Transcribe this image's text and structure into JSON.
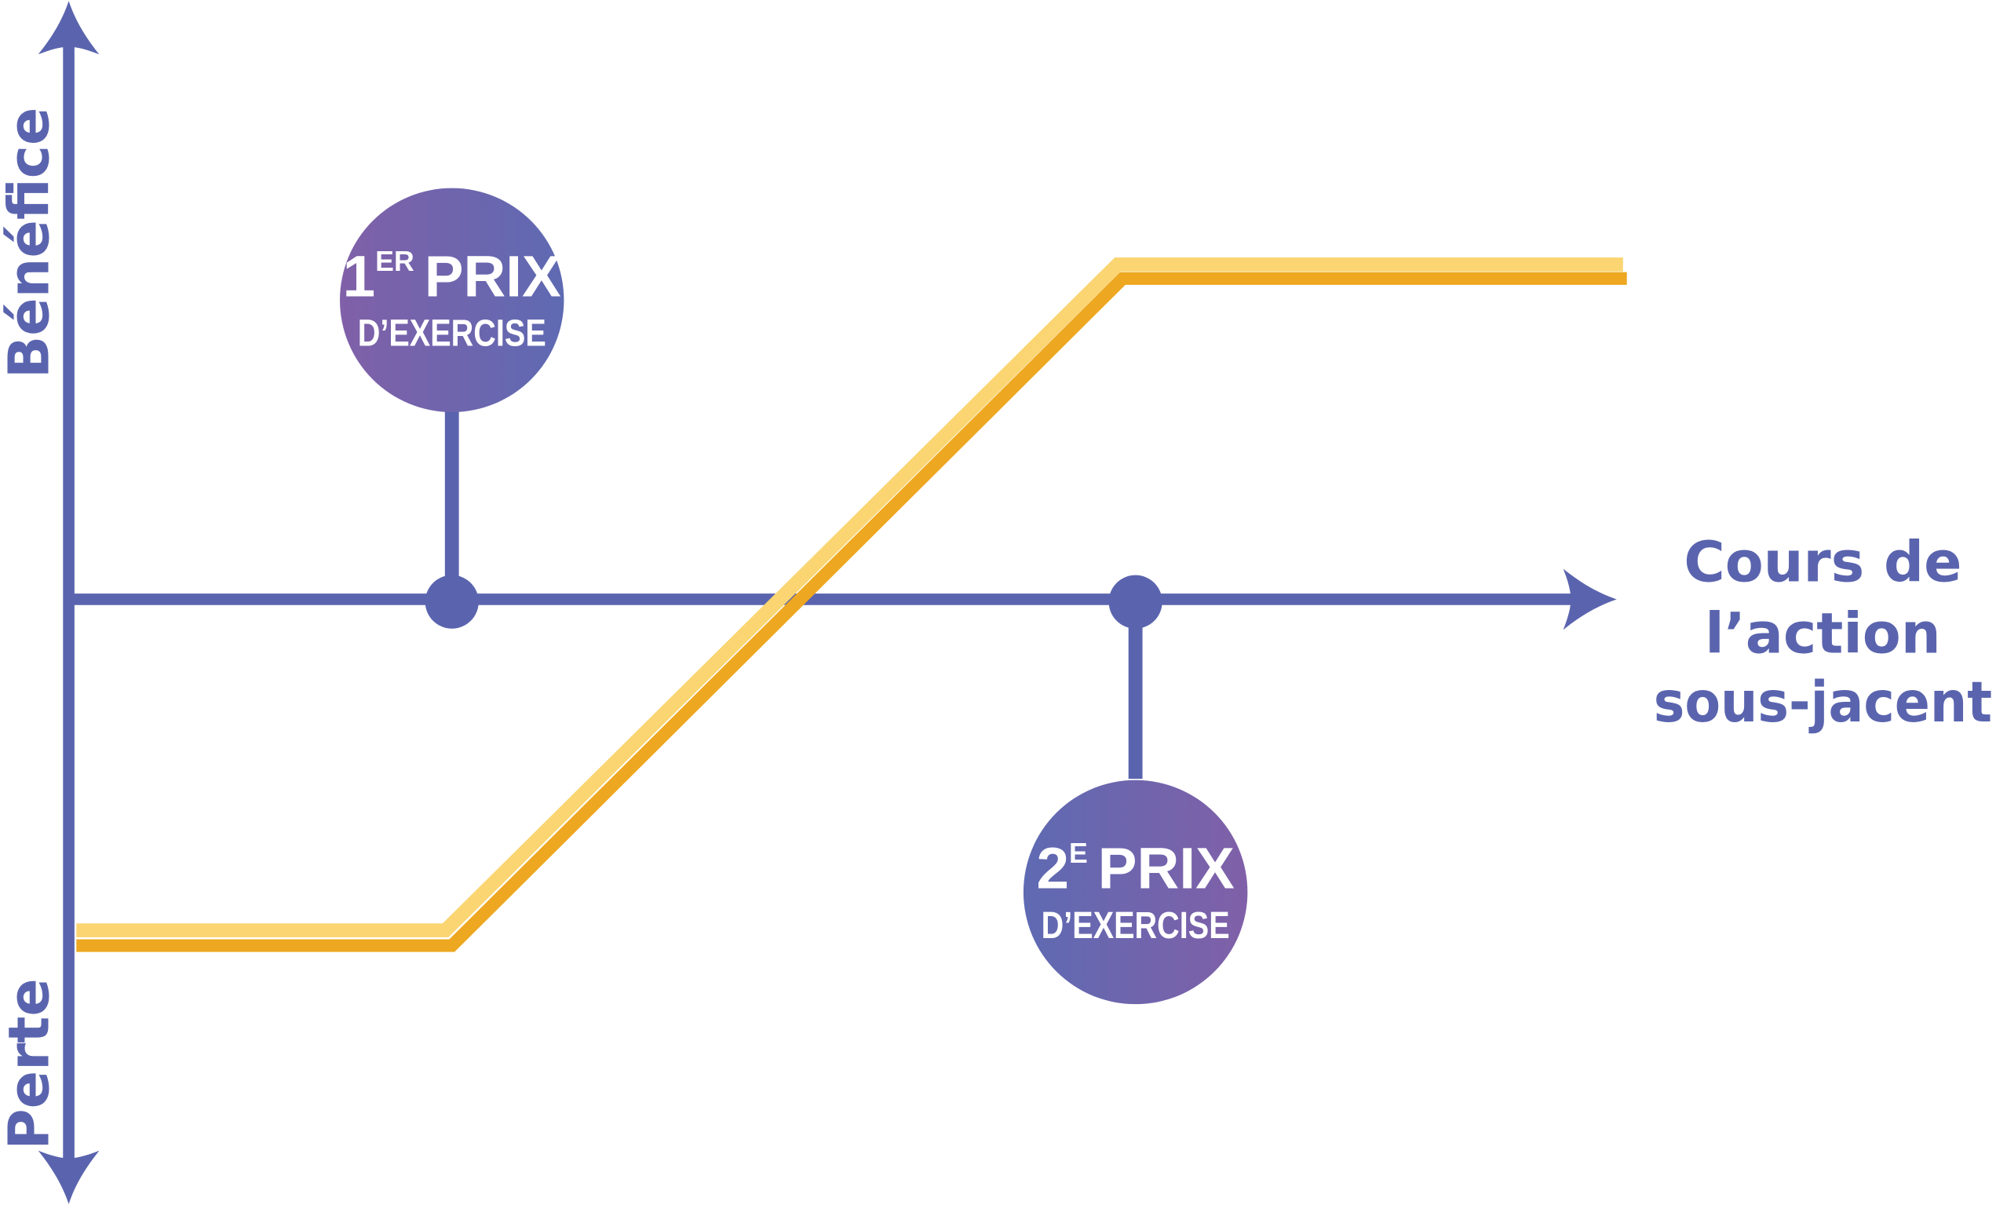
{
  "colors": {
    "axis": "#5A64AE",
    "line_light": "#FAD572",
    "line_dark": "#EDA720",
    "circle_gradient": [
      "#8060A8",
      "#5E6AB2"
    ],
    "text_on_circle": "#FFFFFF"
  },
  "axes": {
    "y_positive_label": "Bénéfice",
    "y_negative_label": "Perte",
    "x_label_lines": [
      "Cours de",
      "l’action",
      "sous-jacent"
    ]
  },
  "strikes": [
    {
      "number": "1",
      "superscript": "ER",
      "word": "PRIX",
      "line2": "D’EXERCISE"
    },
    {
      "number": "2",
      "superscript": "E",
      "word": "PRIX",
      "line2": "D’EXERCISE"
    }
  ]
}
